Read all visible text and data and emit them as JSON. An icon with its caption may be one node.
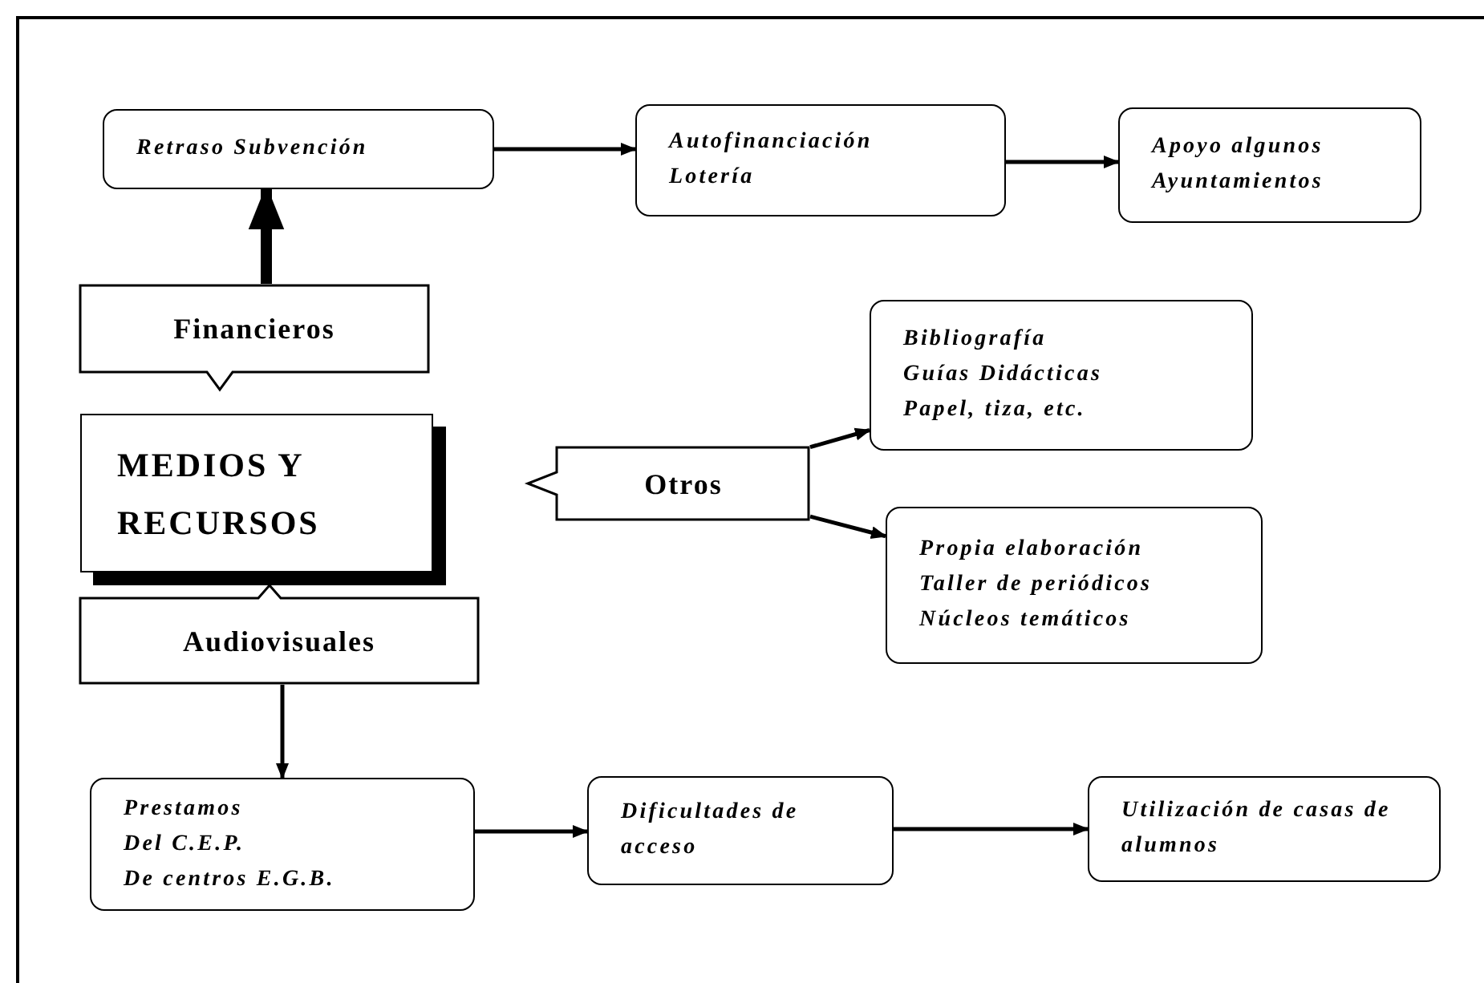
{
  "diagram": {
    "nodes": [
      {
        "text": [
          "Retraso Subvención"
        ]
      },
      {
        "text": [
          "Autofinanciación",
          "Lotería"
        ]
      },
      {
        "text": [
          "Apoyo algunos Ayuntamientos"
        ]
      },
      {
        "text": [
          "Financieros"
        ]
      },
      {
        "text": [
          "MEDIOS Y RECURSOS"
        ]
      },
      {
        "text": [
          "Otros"
        ]
      },
      {
        "text": [
          "Bibliografía",
          "Guías Didácticas",
          "Papel, tiza, etc."
        ]
      },
      {
        "text": [
          "Propia elaboración",
          "Taller de periódicos",
          "Núcleos temáticos"
        ]
      },
      {
        "text": [
          "Audiovisuales"
        ]
      },
      {
        "text": [
          "Prestamos",
          "Del C.E.P.",
          "De centros E.G.B."
        ]
      },
      {
        "text": [
          "Dificultades de acceso"
        ]
      },
      {
        "text": [
          "Utilización de casas de alumnos"
        ]
      }
    ],
    "edges": [
      {
        "from": 3,
        "to": 0,
        "arrow": "to",
        "style": "thick"
      },
      {
        "from": 0,
        "to": 1,
        "arrow": "to"
      },
      {
        "from": 1,
        "to": 2,
        "arrow": "to"
      },
      {
        "from": 5,
        "to": 6,
        "arrow": "to"
      },
      {
        "from": 5,
        "to": 7,
        "arrow": "to"
      },
      {
        "from": 8,
        "to": 9,
        "arrow": "to"
      },
      {
        "from": 9,
        "to": 10,
        "arrow": "to"
      },
      {
        "from": 10,
        "to": 11,
        "arrow": "to"
      }
    ]
  }
}
